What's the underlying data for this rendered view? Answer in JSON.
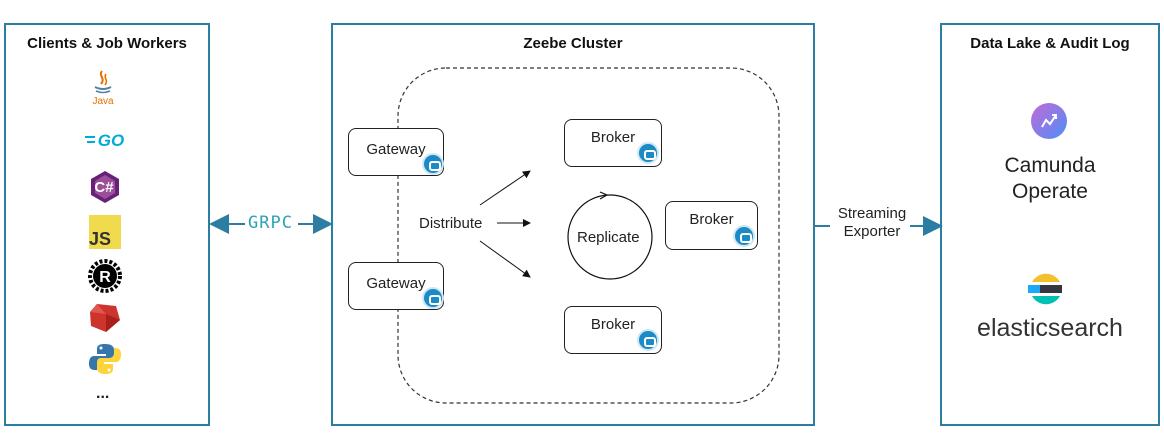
{
  "panels": {
    "clients_title": "Clients & Job Workers",
    "cluster_title": "Zeebe Cluster",
    "datalake_title": "Data Lake & Audit Log"
  },
  "clients": {
    "java": "Java",
    "go": "GO",
    "csharp": "C#",
    "js": "JS",
    "rust": "R",
    "more": "..."
  },
  "protocol": "GRPC",
  "cluster": {
    "gateway_1": "Gateway",
    "gateway_2": "Gateway",
    "distribute": "Distribute",
    "replicate": "Replicate",
    "broker_1": "Broker",
    "broker_2": "Broker",
    "broker_3": "Broker"
  },
  "exporter": {
    "line1": "Streaming",
    "line2": "Exporter"
  },
  "datalake": {
    "operate_line1": "Camunda",
    "operate_line2": "Operate",
    "elastic": "elasticsearch"
  },
  "colors": {
    "panel_border": "#2b7ea1",
    "arrow": "#2b7ea1",
    "grpc": "#2ea3b8",
    "badge": "#1a8bc6"
  }
}
